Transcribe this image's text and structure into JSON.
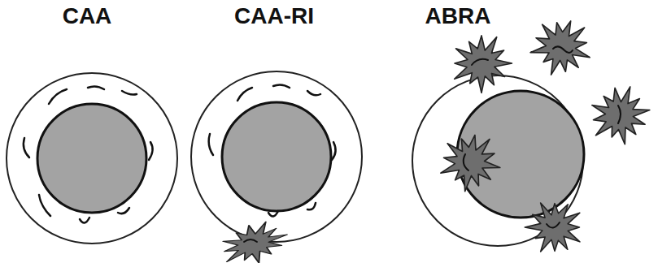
{
  "diagram": {
    "labels": [
      "CAA",
      "CAA-RI",
      "ABRA"
    ]
  }
}
